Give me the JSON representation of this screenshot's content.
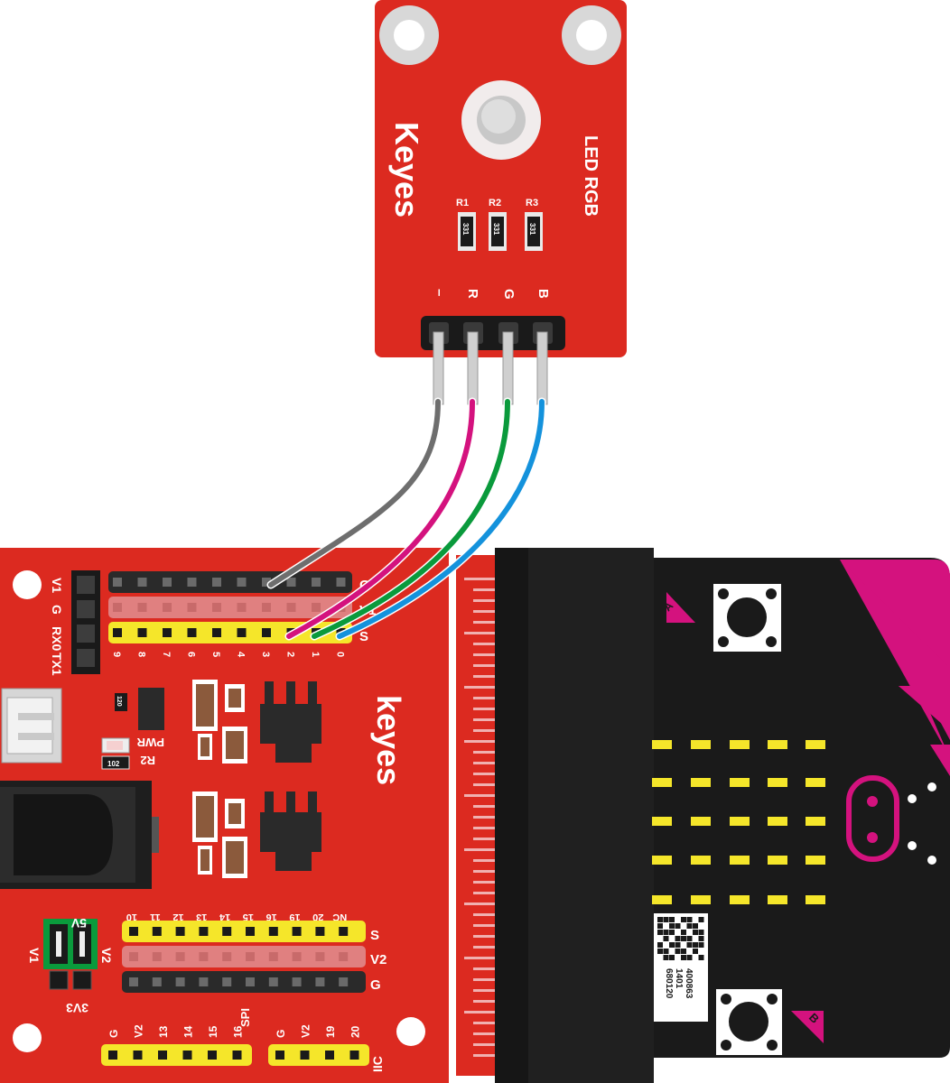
{
  "led_module": {
    "brand": "Keyes",
    "name": "LED RGB",
    "resistors": [
      {
        "label": "R1",
        "code": "331"
      },
      {
        "label": "R2",
        "code": "331"
      },
      {
        "label": "R3",
        "code": "331"
      }
    ],
    "pins": [
      "–",
      "R",
      "G",
      "B"
    ],
    "color": "#dc2a20"
  },
  "wires": [
    {
      "from": "–",
      "to": "G",
      "color": "#6e6e6e"
    },
    {
      "from": "R",
      "to": "2",
      "color": "#d4127e"
    },
    {
      "from": "G",
      "to": "1",
      "color": "#0a9a3c"
    },
    {
      "from": "B",
      "to": "0",
      "color": "#1492dc"
    }
  ],
  "shield": {
    "brand": "keyes",
    "color": "#dc2a20",
    "uart_labels": [
      "V1",
      "G",
      "RX0",
      "TX1"
    ],
    "top_row_labels": {
      "g": "G",
      "v": "V1",
      "s": "S"
    },
    "top_pin_numbers": [
      "9",
      "8",
      "7",
      "6",
      "5",
      "4",
      "3",
      "2",
      "1",
      "0"
    ],
    "pwr_label": "PWR",
    "r2_label": "R2",
    "r2_code": "102",
    "r1_code": "120",
    "jumper_labels": {
      "v5": "5V",
      "v1": "V1",
      "v2": "V2",
      "v33": "3V3"
    },
    "bottom_pin_numbers": [
      "10",
      "11",
      "12",
      "13",
      "14",
      "15",
      "16",
      "19",
      "20",
      "NC"
    ],
    "bottom_row_labels": {
      "s": "S",
      "v": "V2",
      "g": "G"
    },
    "spi_labels": [
      "G",
      "V2",
      "13",
      "14",
      "15",
      "16"
    ],
    "spi_title": "SPI",
    "iic_labels": [
      "G",
      "V2",
      "19",
      "20"
    ],
    "iic_title": "IIC"
  },
  "microbit": {
    "button_a": "A",
    "button_b": "B",
    "qr_text": [
      "400863",
      "1401",
      "680120"
    ],
    "accent": "#d4127e"
  }
}
